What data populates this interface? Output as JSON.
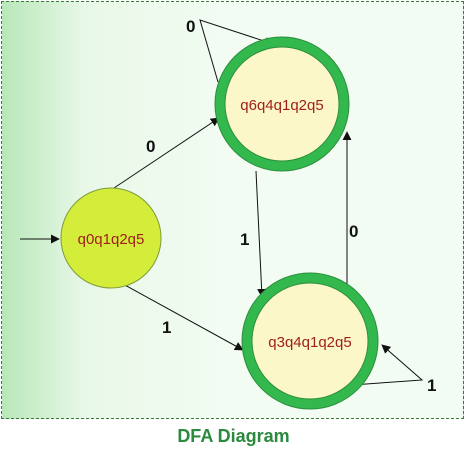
{
  "diagram": {
    "caption": "DFA Diagram",
    "states": {
      "start": {
        "label": "q0q1q2q5",
        "accepting": false
      },
      "top": {
        "label": "q6q4q1q2q5",
        "accepting": true
      },
      "bottom": {
        "label": "q3q4q1q2q5",
        "accepting": true
      }
    },
    "transitions": {
      "start_to_top": {
        "from": "q0q1q2q5",
        "to": "q6q4q1q2q5",
        "symbol": "0"
      },
      "start_to_bottom": {
        "from": "q0q1q2q5",
        "to": "q3q4q1q2q5",
        "symbol": "1"
      },
      "top_loop": {
        "from": "q6q4q1q2q5",
        "to": "q6q4q1q2q5",
        "symbol": "0"
      },
      "top_to_bottom": {
        "from": "q6q4q1q2q5",
        "to": "q3q4q1q2q5",
        "symbol": "1"
      },
      "bottom_to_top": {
        "from": "q3q4q1q2q5",
        "to": "q6q4q1q2q5",
        "symbol": "0"
      },
      "bottom_loop": {
        "from": "q3q4q1q2q5",
        "to": "q3q4q1q2q5",
        "symbol": "1"
      }
    },
    "colors": {
      "start_fill": "#d4ec3a",
      "accept_fill": "#fcf7c8",
      "accept_ring": "#33b84d",
      "state_text": "#a0201c",
      "caption": "#2b8a3e"
    }
  }
}
